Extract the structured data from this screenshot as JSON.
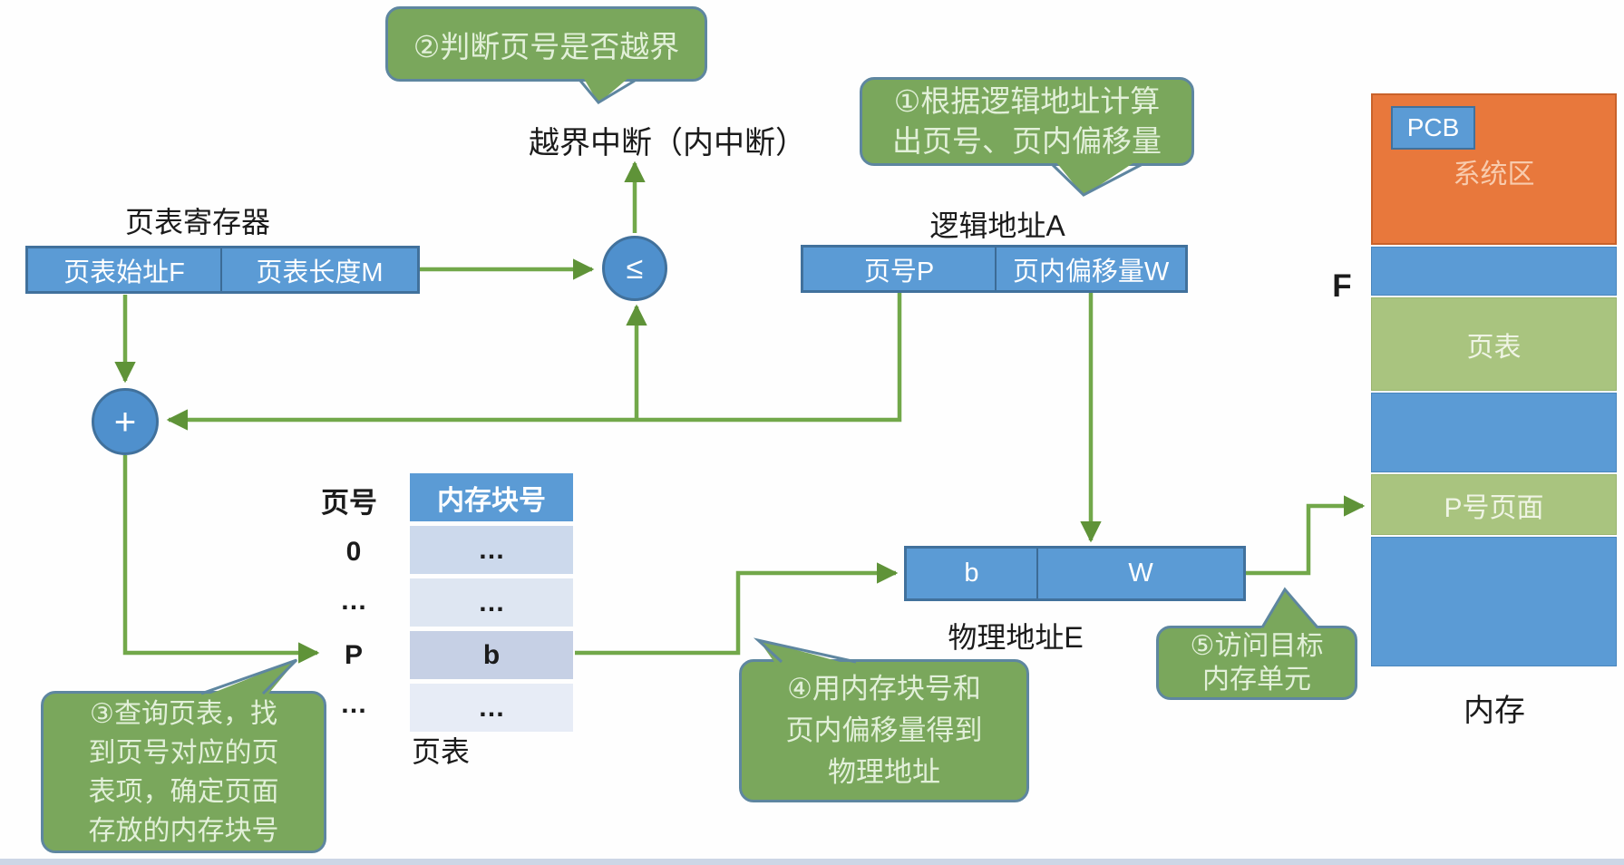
{
  "callouts": {
    "step1": {
      "lines": [
        "①根据逻辑地址计算",
        "出页号、页内偏移量"
      ]
    },
    "step2": {
      "lines": [
        "②判断页号是否越界"
      ]
    },
    "step3": {
      "lines": [
        "③查询页表，找",
        "到页号对应的页",
        "表项，确定页面",
        "存放的内存块号"
      ]
    },
    "step4": {
      "lines": [
        "④用内存块号和",
        "页内偏移量得到",
        "物理地址"
      ]
    },
    "step5": {
      "lines": [
        "⑤访问目标",
        "内存单元"
      ]
    }
  },
  "interrupt_label": "越界中断（内中断）",
  "comparator_symbol": "≤",
  "adder_symbol": "+",
  "page_table_register": {
    "title": "页表寄存器",
    "start_cell": "页表始址F",
    "length_cell": "页表长度M"
  },
  "logical_address": {
    "title": "逻辑地址A",
    "page_cell": "页号P",
    "offset_cell": "页内偏移量W"
  },
  "physical_address": {
    "title": "物理地址E",
    "block_cell": "b",
    "offset_cell": "W"
  },
  "page_table": {
    "row_header": "页号",
    "col_header": "内存块号",
    "rows": [
      {
        "page": "0",
        "block": "…"
      },
      {
        "page": "…",
        "block": "…"
      },
      {
        "page": "P",
        "block": "b"
      },
      {
        "page": "…",
        "block": "…"
      }
    ],
    "caption": "页表"
  },
  "memory": {
    "pcb": "PCB",
    "system_area": "系统区",
    "page_table_block": "页表",
    "page_frame_block": "P号页面",
    "f_marker": "F",
    "caption": "内存"
  },
  "colors": {
    "box_blue": "#5b9bd5",
    "box_border": "#41719c",
    "arrow_green": "#72a84a",
    "callout_green": "#7aa75c",
    "callout_border": "#5e86a0",
    "callout_text": "#e2f0d9",
    "memory_orange": "#e8783c",
    "memory_green": "#a9c47f",
    "table_row_light": "#ccd9ec",
    "table_row_lighter": "#dee6f2"
  }
}
